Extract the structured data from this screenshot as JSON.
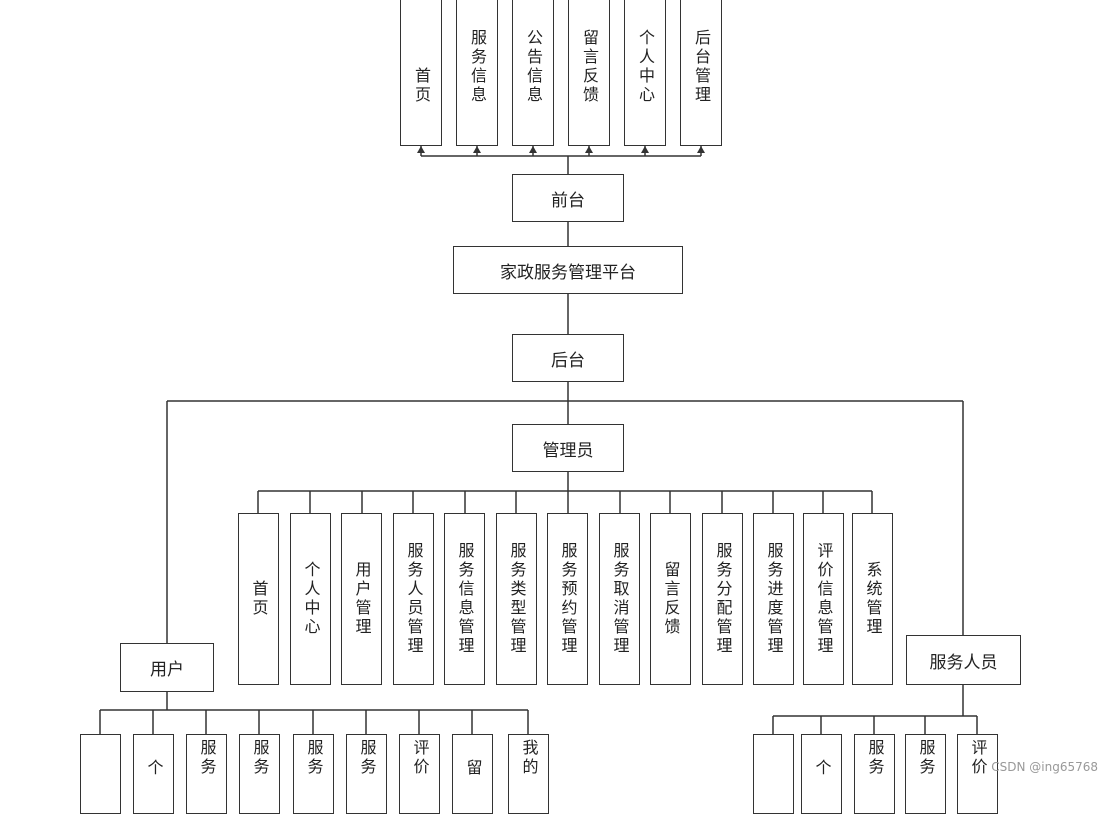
{
  "front_modules": [
    "首页",
    "服务信息",
    "公告信息",
    "留言反馈",
    "个人中心",
    "后台管理"
  ],
  "front_label": "前台",
  "platform_label": "家政服务管理平台",
  "backend_label": "后台",
  "admin_label": "管理员",
  "admin_modules": [
    "首页",
    "个人中心",
    "用户管理",
    "服务人员管理",
    "服务信息管理",
    "服务类型管理",
    "服务预约管理",
    "服务取消管理",
    "留言反馈",
    "服务分配管理",
    "服务进度管理",
    "评价信息管理",
    "系统管理"
  ],
  "user_label": "用户",
  "user_modules": [
    "",
    "个",
    "服务",
    "服务",
    "服务",
    "服务",
    "评价",
    "留",
    "我的"
  ],
  "staff_label": "服务人员",
  "staff_modules": [
    "",
    "个",
    "服务",
    "服务",
    "评价"
  ],
  "watermark": "CSDN @ing65768"
}
